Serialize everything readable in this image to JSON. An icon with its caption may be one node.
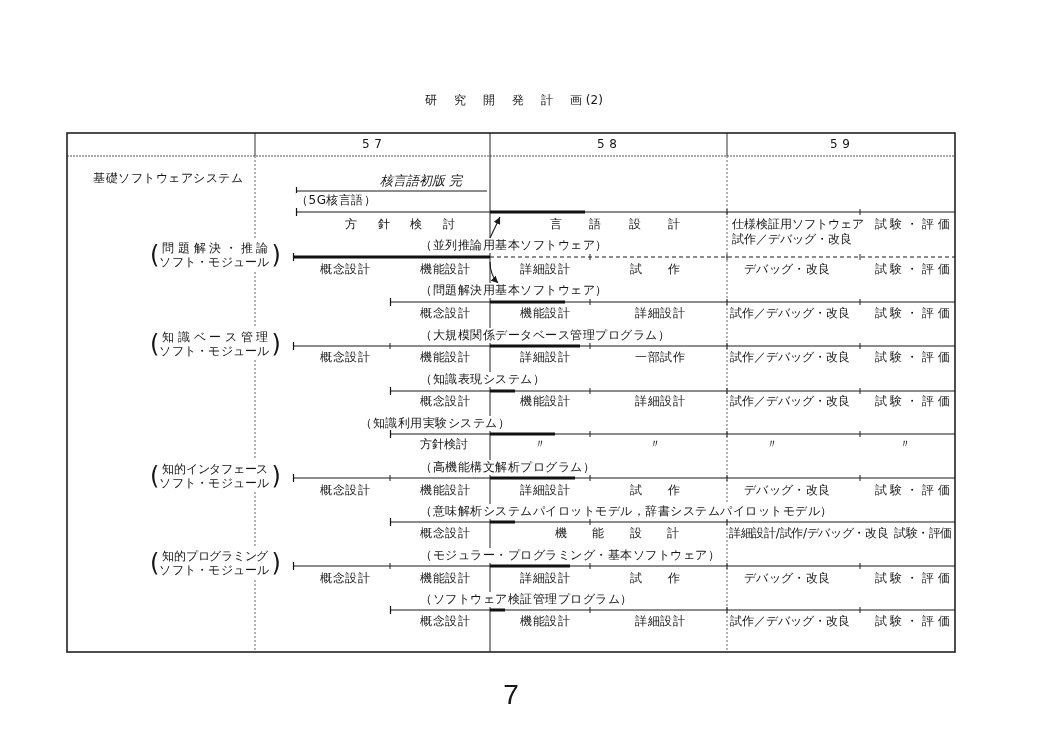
{
  "diagram": {
    "title": "研究開発計画 (2)",
    "nodes": [
      {
        "text": [
          "核言語初版 完"
        ]
      },
      {
        "text": [
          "（5G核言語）"
        ],
        "beside": [
          "方針検討",
          "言語設計",
          "仕様検証用ソフトウェア試作／デバッグ・改良",
          "試験・評価"
        ]
      },
      {
        "text": [
          "（並列推論用基本ソフトウェア）"
        ],
        "beside": [
          "概念設計",
          "機能設計",
          "詳細設計",
          "試作",
          "デバッグ・改良",
          "試験・評価"
        ]
      },
      {
        "text": [
          "（問題解決用基本ソフトウェア）"
        ],
        "beside": [
          "概念設計",
          "機能設計",
          "詳細設計",
          "試作／デバッグ・改良",
          "試験・評価"
        ]
      },
      {
        "text": [
          "（大規模関係データベース管理プログラム）"
        ],
        "beside": [
          "概念設計",
          "機能設計",
          "詳細設計",
          "一部試作",
          "試作／デバッグ・改良",
          "試験・評価"
        ]
      },
      {
        "text": [
          "（知識表現システム）"
        ],
        "beside": [
          "概念設計",
          "機能設計",
          "詳細設計",
          "試作／デバッグ・改良",
          "試験・評価"
        ]
      },
      {
        "text": [
          "（知識利用実験システム）"
        ],
        "beside": [
          "方針検討",
          "〃",
          "〃",
          "〃",
          "〃"
        ]
      },
      {
        "text": [
          "（高機能構文解析プログラム）"
        ],
        "beside": [
          "概念設計",
          "機能設計",
          "詳細設計",
          "試作",
          "デバッグ・改良",
          "試験・評価"
        ]
      },
      {
        "text": [
          "（意味解析システムパイロットモデル，辞書システムパイロットモデル）"
        ],
        "beside": [
          "概念設計",
          "機能設計",
          "詳細設計/試作/デバッグ・改良",
          "試験・評価"
        ]
      },
      {
        "text": [
          "（モジュラー・プログラミング・基本ソフトウェア）"
        ],
        "beside": [
          "概念設計",
          "機能設計",
          "詳細設計",
          "試作",
          "デバッグ・改良",
          "試験・評価"
        ]
      },
      {
        "text": [
          "（ソフトウェア検証管理プログラム）"
        ],
        "beside": [
          "概念設計",
          "機能設計",
          "詳細設計",
          "試作／デバッグ・改良",
          "試験・評価"
        ]
      }
    ],
    "edges": [
      {
        "from": 2,
        "to": 1,
        "arrow": "to"
      },
      {
        "from": 2,
        "to": 3,
        "arrow": "to"
      }
    ],
    "labels": [
      "57",
      "58",
      "59",
      "基礎ソフトウェアシステム",
      "(問題解決・推論ソフト・モジュール)",
      "(知識ベース管理ソフト・モジュール)",
      "(知的インタフェースソフト・モジュール)",
      "(知的プログラミングソフト・モジュール)",
      "7"
    ]
  }
}
